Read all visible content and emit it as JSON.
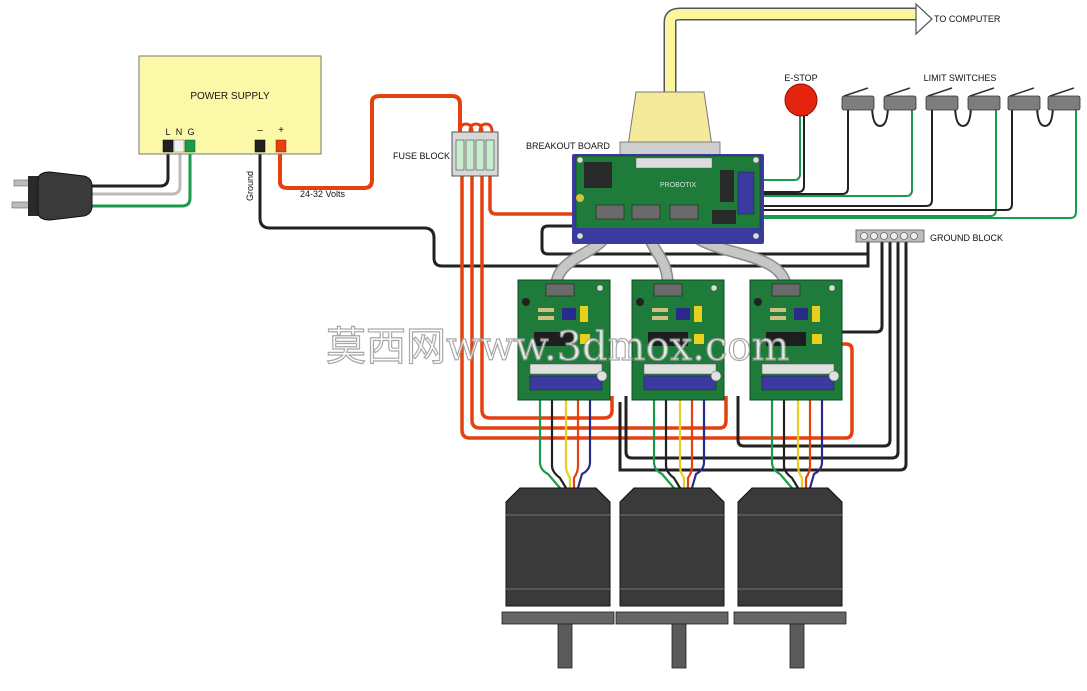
{
  "labels": {
    "power_supply": "POWER SUPPLY",
    "ps_L": "L",
    "ps_N": "N",
    "ps_G": "G",
    "ps_minus": "–",
    "ps_plus": "+",
    "ground": "Ground",
    "volts": "24-32 Volts",
    "fuse_block": "FUSE BLOCK",
    "breakout_board": "BREAKOUT BOARD",
    "to_computer": "TO COMPUTER",
    "estop": "E-STOP",
    "limit_switches": "LIMIT SWITCHES",
    "ground_block": "GROUND BLOCK",
    "board_brand": "PROBOTIX"
  },
  "watermark": "莫西网www.3dmox.com",
  "colors": {
    "power_supply": "#fbf9a8",
    "pcb": "#1e7b3a",
    "pcb_edge": "#3a3aa0",
    "wire_red": "#e54010",
    "wire_black": "#222222",
    "wire_green": "#1a9a4a",
    "cable_yellow": "#fdf6a0",
    "ribbon": "#b8b8b8",
    "estop": "#e52410",
    "motor_body": "#3a3a3a"
  }
}
